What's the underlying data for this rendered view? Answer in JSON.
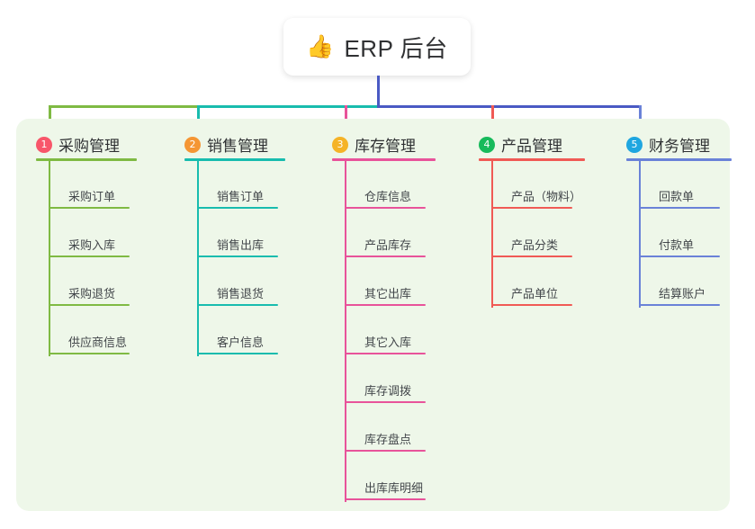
{
  "root": {
    "icon": "thumbs-up-icon",
    "emoji": "👍",
    "title": "ERP 后台"
  },
  "palette": {
    "panel_bg": "#eef7e9",
    "page_bg": "#ffffff",
    "root_text": "#303133",
    "title_text": "#2f3133",
    "leaf_text": "#43474b",
    "trunk": "#4a5ac4",
    "green": "#7fba43",
    "teal": "#18bcae",
    "pink": "#e8539a",
    "red": "#f05a55",
    "blue": "#6a82d8",
    "badge_1": "#f8566a",
    "badge_2": "#f59634",
    "badge_3": "#f5b327",
    "badge_4": "#17ba5b",
    "badge_5": "#1fa6e0"
  },
  "columns": [
    {
      "number": "1",
      "title": "采购管理",
      "badge_color": "#f8566a",
      "line_color": "#7fba43",
      "items": [
        "采购订单",
        "采购入库",
        "采购退货",
        "供应商信息"
      ]
    },
    {
      "number": "2",
      "title": "销售管理",
      "badge_color": "#f59634",
      "line_color": "#18bcae",
      "items": [
        "销售订单",
        "销售出库",
        "销售退货",
        "客户信息"
      ]
    },
    {
      "number": "3",
      "title": "库存管理",
      "badge_color": "#f5b327",
      "line_color": "#e8539a",
      "items": [
        "仓库信息",
        "产品库存",
        "其它出库",
        "其它入库",
        "库存调拨",
        "库存盘点",
        "出库库明细"
      ]
    },
    {
      "number": "4",
      "title": "产品管理",
      "badge_color": "#17ba5b",
      "line_color": "#f05a55",
      "items": [
        "产品（物料）",
        "产品分类",
        "产品单位"
      ]
    },
    {
      "number": "5",
      "title": "财务管理",
      "badge_color": "#1fa6e0",
      "line_color": "#6a82d8",
      "items": [
        "回款单",
        "付款单",
        "结算账户"
      ]
    }
  ]
}
